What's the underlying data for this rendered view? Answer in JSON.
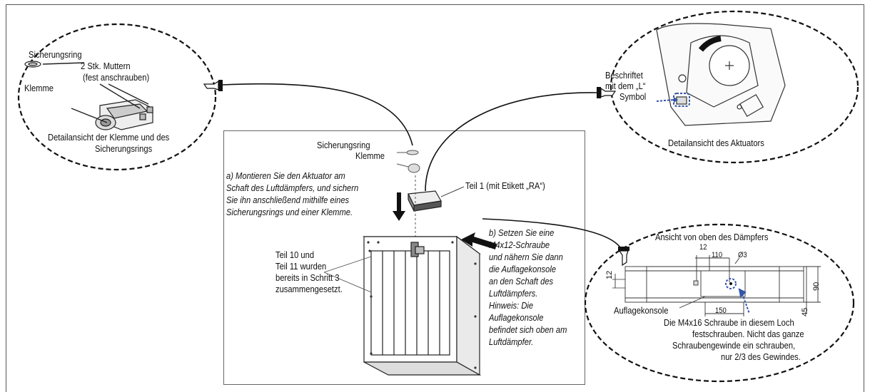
{
  "left_detail": {
    "sicherungsring": "Sicherungsring",
    "muttern_line1": "2 Stk. Muttern",
    "muttern_line2": "(fest anschrauben)",
    "klemme": "Klemme",
    "caption_line1": "Detailansicht der Klemme und des",
    "caption_line2": "Sicherungsrings"
  },
  "right_detail": {
    "label_line1": "Beschriftet",
    "label_line2": "mit dem „L“",
    "label_line3": "Symbol",
    "caption": "Detailansicht des Aktuators"
  },
  "center": {
    "sicherungsring": "Sicherungsring",
    "klemme": "Klemme",
    "step_a": [
      "a) Montieren Sie den Aktuator am",
      "Schaft des Luftdämpfers, und sichern",
      "Sie ihn anschließend mithilfe eines",
      "Sicherungsrings und einer Klemme."
    ],
    "teil1": "Teil 1 (mit Etikett „RA“)",
    "teil_note": [
      "Teil 10 und",
      "Teil 11 wurden",
      "bereits in Schritt 3",
      "zusammengesetzt."
    ],
    "step_b": [
      "b) Setzen Sie eine",
      "M4x12-Schraube",
      "und nähern Sie dann",
      "die Auflagekonsole",
      "an den Schaft des",
      "Luftdämpfers.",
      "Hinweis: Die",
      "Auflagekonsole",
      "befindet sich oben am",
      "Luftdämpfer."
    ]
  },
  "top_view": {
    "title": "Ansicht von oben des Dämpfers",
    "dims": {
      "d12_top": "12",
      "d110": "110",
      "d3": "Ø3",
      "d12_left": "12",
      "d90": "90",
      "d45": "45",
      "d150": "150"
    },
    "auflagekonsole": "Auflagekonsole",
    "note": [
      "Die M4x16 Schraube in diesem Loch",
      "festschrauben. Nicht das ganze",
      "Schraubengewinde ein schrauben,",
      "nur 2/3 des Gewindes."
    ]
  },
  "colors": {
    "line": "#111111",
    "callout_blue": "#3355aa",
    "frame": "#555555"
  }
}
